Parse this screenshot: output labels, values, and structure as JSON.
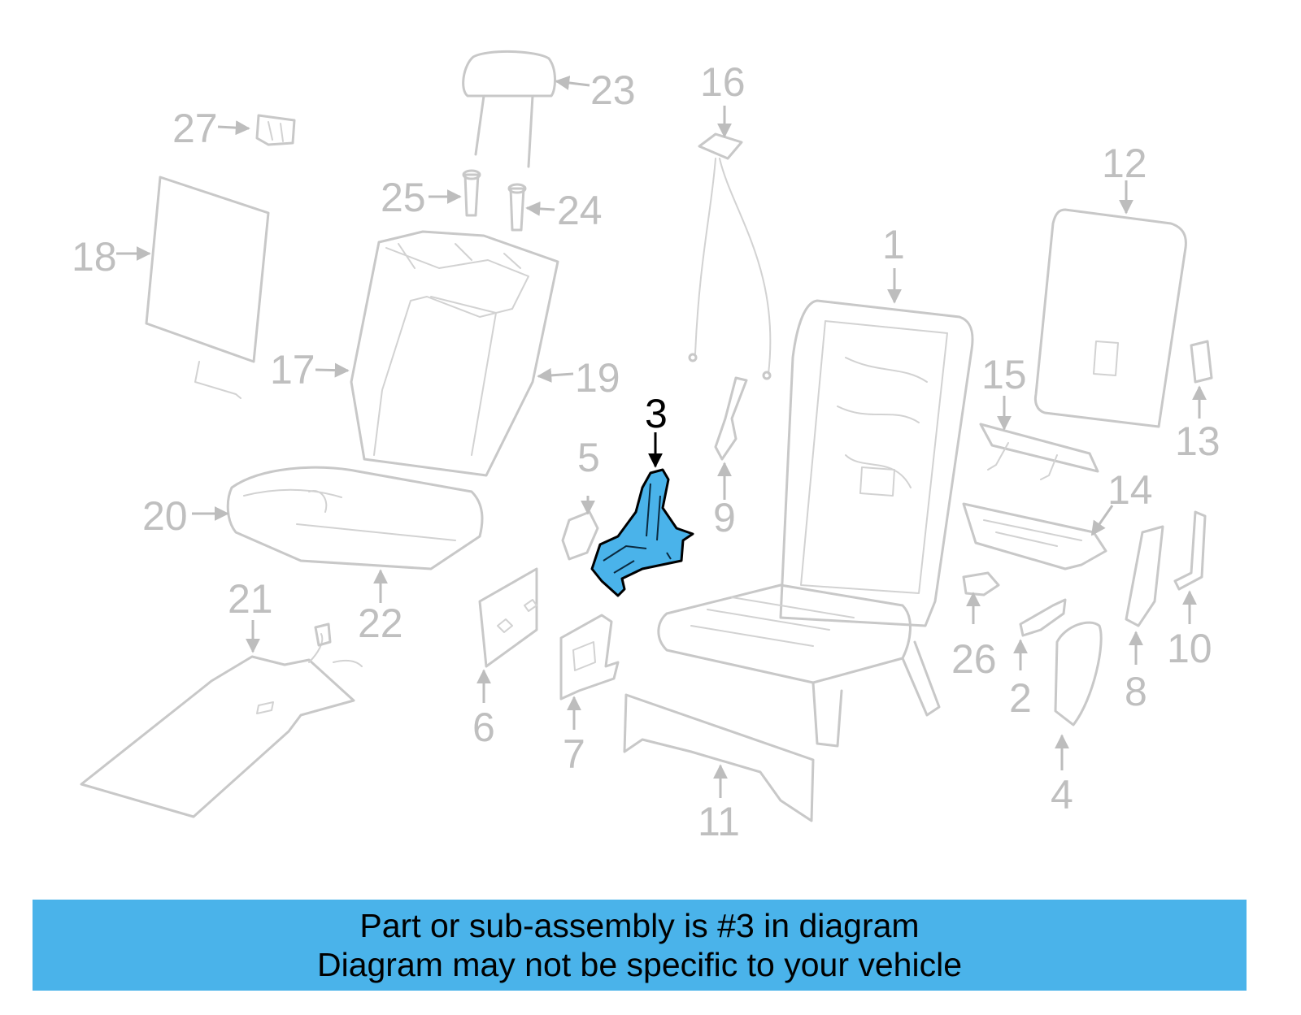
{
  "labels": {
    "l1": "1",
    "l2": "2",
    "l3": "3",
    "l4": "4",
    "l5": "5",
    "l6": "6",
    "l7": "7",
    "l8": "8",
    "l9": "9",
    "l10": "10",
    "l11": "11",
    "l12": "12",
    "l13": "13",
    "l14": "14",
    "l15": "15",
    "l16": "16",
    "l17": "17",
    "l18": "18",
    "l19": "19",
    "l20": "20",
    "l21": "21",
    "l22": "22",
    "l23": "23",
    "l24": "24",
    "l25": "25",
    "l26": "26",
    "l27": "27"
  },
  "highlight": {
    "part_number": "3",
    "color": "#4ab3ea"
  },
  "banner": {
    "line1": "Part or sub-assembly is #3 in diagram",
    "line2": "Diagram may not be specific to your vehicle",
    "color": "#4ab3ea"
  },
  "colors": {
    "parts": "#c8c8c8",
    "labels": "#bfbfbf",
    "highlight_label": "#000000"
  }
}
